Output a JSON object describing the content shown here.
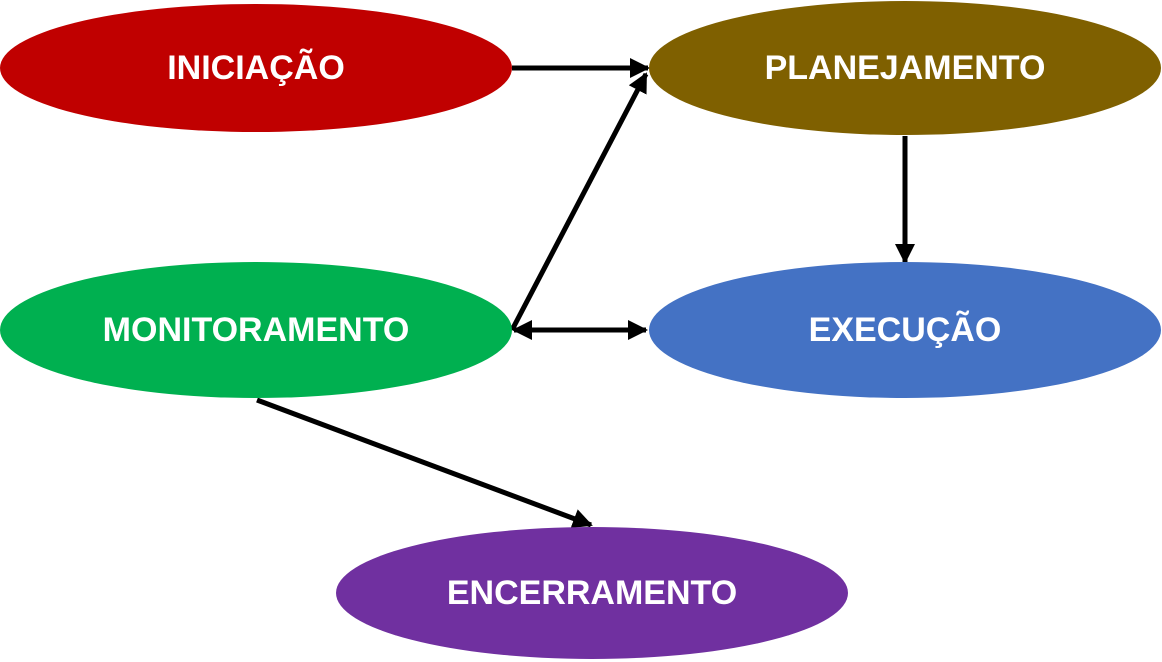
{
  "nodes": {
    "iniciacao": {
      "label": "INICIAÇÃO",
      "color": "#C00000"
    },
    "planejamento": {
      "label": "PLANEJAMENTO",
      "color": "#7F6000"
    },
    "monitoramento": {
      "label": "MONITORAMENTO",
      "color": "#00B050"
    },
    "execucao": {
      "label": "EXECUÇÃO",
      "color": "#4472C4"
    },
    "encerramento": {
      "label": "ENCERRAMENTO",
      "color": "#7030A0"
    }
  },
  "edges": [
    {
      "from": "iniciacao",
      "to": "planejamento",
      "bidirectional": false
    },
    {
      "from": "planejamento",
      "to": "execucao",
      "bidirectional": false
    },
    {
      "from": "monitoramento",
      "to": "planejamento",
      "bidirectional": false
    },
    {
      "from": "monitoramento",
      "to": "execucao",
      "bidirectional": true
    },
    {
      "from": "monitoramento",
      "to": "encerramento",
      "bidirectional": false
    }
  ],
  "edge_color": "#000000"
}
